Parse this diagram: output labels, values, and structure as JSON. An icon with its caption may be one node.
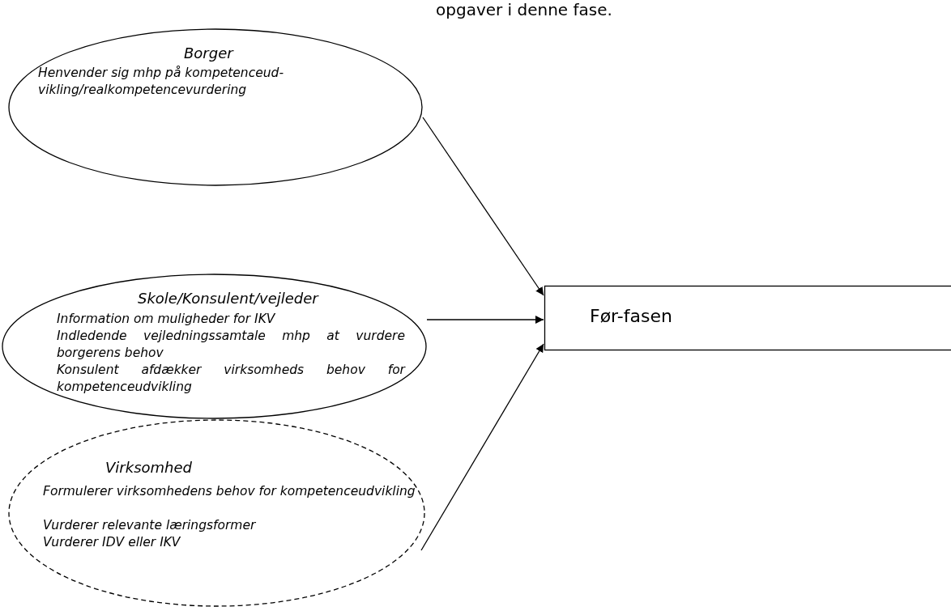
{
  "diagram": {
    "nodes": [
      {
        "text": [
          "Borger",
          "Henvender sig mhp på kompetenceud- vikling/realkompetencevurdering"
        ]
      },
      {
        "text": [
          "Skole/Konsulent/vejleder",
          "Information om muligheder for IKV",
          "Indledende vejledningssamtale mhp at vurdere borgerens behov",
          "Konsulent afdækker virksomheds behov for kompetenceudvikling"
        ]
      },
      {
        "text": [
          "Virksomhed",
          "Formulerer virksomhedens behov for kompetenceudvikling",
          "Vurderer relevante læringsformer",
          "Vurderer IDV eller IKV"
        ]
      },
      {
        "text": [
          "Før-fasen"
        ]
      }
    ],
    "edges": [
      {
        "from": 0,
        "to": 3,
        "arrow": "to"
      },
      {
        "from": 1,
        "to": 3,
        "arrow": "to"
      },
      {
        "from": 2,
        "to": 3,
        "arrow": "to"
      }
    ],
    "labels": [
      "opgaver i denne fase."
    ]
  }
}
